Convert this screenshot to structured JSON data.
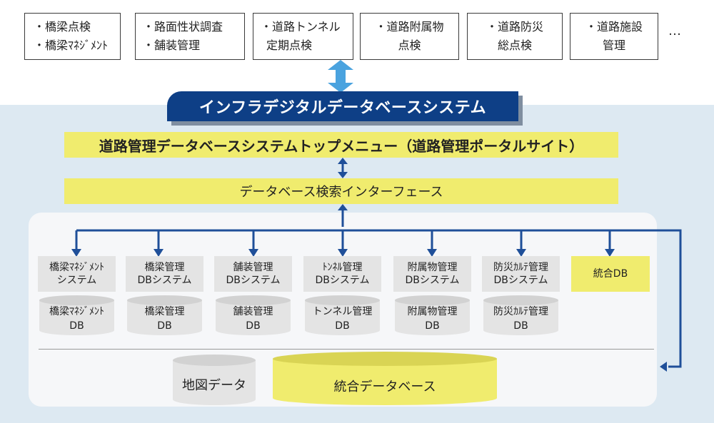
{
  "top_categories": [
    {
      "lines": [
        "・橋梁点検",
        "・橋梁ﾏﾈｼﾞﾒﾝﾄ"
      ]
    },
    {
      "lines": [
        "・路面性状調査",
        "・舗装管理"
      ]
    },
    {
      "lines": [
        "・道路トンネル",
        "定期点検"
      ]
    },
    {
      "lines": [
        "・道路附属物",
        "点検"
      ]
    },
    {
      "lines": [
        "・道路防災",
        "総点検"
      ]
    },
    {
      "lines": [
        "・道路施設",
        "管理"
      ]
    }
  ],
  "top_ellipsis": "…",
  "banner": "インフラデジタルデータベースシステム",
  "top_menu": "道路管理データベースシステムトップメニュー（道路管理ポータルサイト）",
  "search_interface": "データベース検索インターフェース",
  "systems": [
    {
      "lines": [
        "橋梁ﾏﾈｼﾞﾒﾝﾄ",
        "システム"
      ]
    },
    {
      "lines": [
        "橋梁管理",
        "DBシステム"
      ]
    },
    {
      "lines": [
        "舗装管理",
        "DBシステム"
      ]
    },
    {
      "lines": [
        "ﾄﾝﾈﾙ管理",
        "DBシステム"
      ]
    },
    {
      "lines": [
        "附属物管理",
        "DBシステム"
      ]
    },
    {
      "lines": [
        "防災ｶﾙﾃ管理",
        "DBシステム"
      ]
    }
  ],
  "integrated_db_box": "統合DB",
  "databases": [
    {
      "lines": [
        "橋梁ﾏﾈｼﾞﾒﾝﾄ",
        "DB"
      ]
    },
    {
      "lines": [
        "橋梁管理",
        "DB"
      ]
    },
    {
      "lines": [
        "舗装管理",
        "DB"
      ]
    },
    {
      "lines": [
        "トンネル管理",
        "DB"
      ]
    },
    {
      "lines": [
        "附属物管理",
        "DB"
      ]
    },
    {
      "lines": [
        "防災ｶﾙﾃ管理",
        "DB"
      ]
    }
  ],
  "map_data": "地図データ",
  "integrated_database": "統合データベース",
  "colors": {
    "navy": "#0e3f86",
    "arrow_blue": "#1f4f99",
    "light_blue_arrow": "#4aa3df",
    "yellow": "#f0ec6e",
    "background_blue": "#dde9f2",
    "gray_box": "#e4e4e4"
  }
}
